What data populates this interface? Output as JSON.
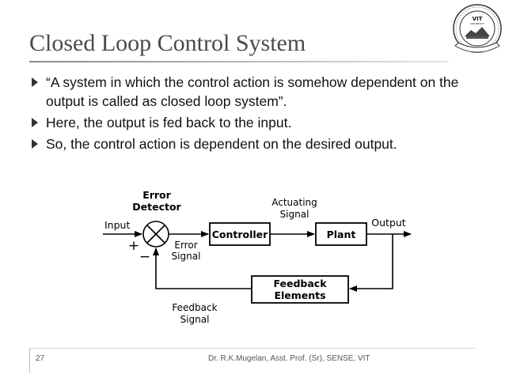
{
  "slide": {
    "title": "Closed Loop Control System",
    "bullets": [
      {
        "text": "“A system in which the control action is somehow dependent on the output is called as closed loop system”."
      },
      {
        "text": "Here, the output is fed back to the input."
      },
      {
        "text": "So, the control action is dependent on the desired output."
      }
    ]
  },
  "logo": {
    "text": "VIT",
    "subtext": "UNIVERSITY"
  },
  "diagram": {
    "error_detector_line1": "Error",
    "error_detector_line2": "Detector",
    "input": "Input",
    "plus": "+",
    "minus": "−",
    "error_signal_line1": "Error",
    "error_signal_line2": "Signal",
    "controller": "Controller",
    "actuating_line1": "Actuating",
    "actuating_line2": "Signal",
    "plant": "Plant",
    "output": "Output",
    "feedback_elements_line1": "Feedback",
    "feedback_elements_line2": "Elements",
    "feedback_signal_line1": "Feedback",
    "feedback_signal_line2": "Signal"
  },
  "footer": {
    "page_number": "27",
    "author": "Dr. R.K.Mugelan, Asst. Prof. (Sr), SENSE, VIT"
  }
}
